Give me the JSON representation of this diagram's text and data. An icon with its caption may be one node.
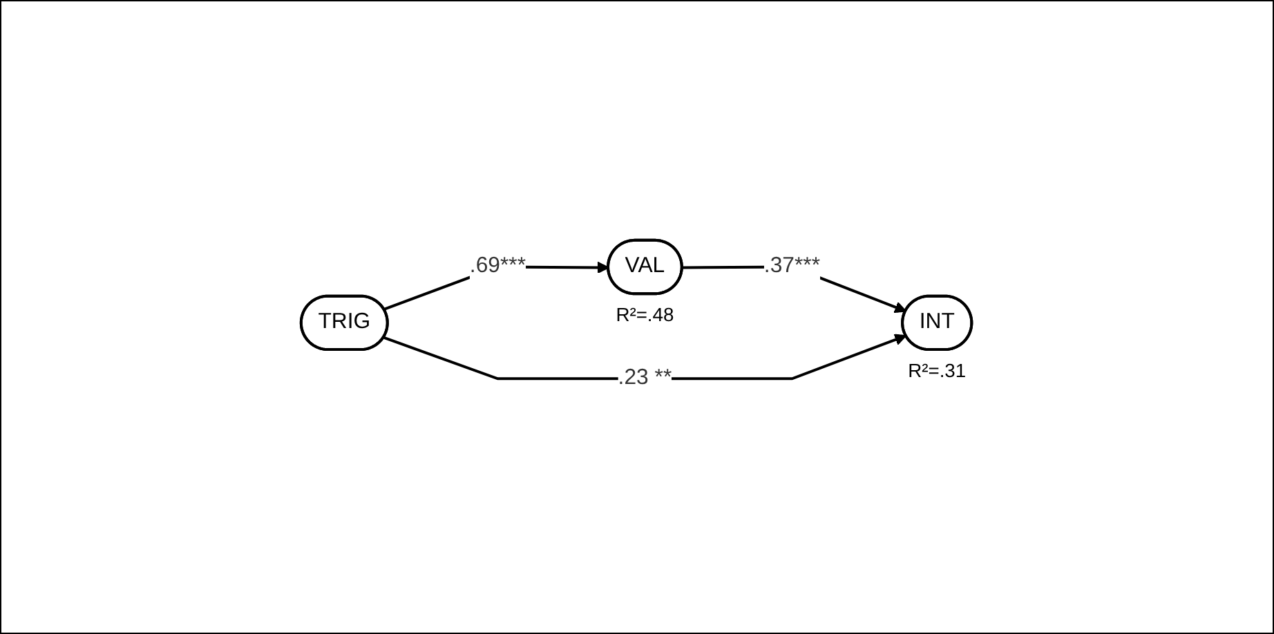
{
  "diagram": {
    "nodes": [
      {
        "text": [
          "TRIG"
        ]
      },
      {
        "text": [
          "VAL"
        ],
        "beside": [
          "R²=.48"
        ]
      },
      {
        "text": [
          "INT"
        ],
        "beside": [
          "R²=.31"
        ]
      }
    ],
    "edges": [
      {
        "from": 0,
        "to": 1,
        "arrow": "to",
        "label": ".69***"
      },
      {
        "from": 1,
        "to": 2,
        "arrow": "to",
        "label": ".37***"
      },
      {
        "from": 0,
        "to": 2,
        "arrow": "to",
        "label": ".23 **"
      }
    ]
  }
}
